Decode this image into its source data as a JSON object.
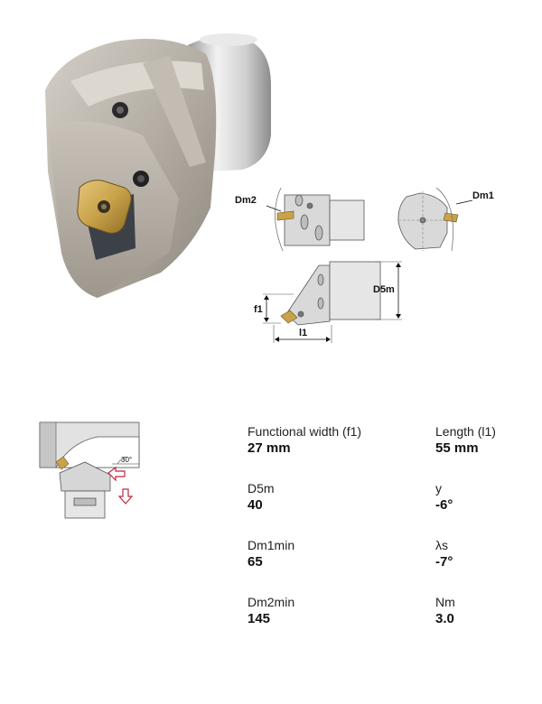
{
  "drawing_labels": {
    "dm2": "Dm2",
    "dm1": "Dm1",
    "d5m": "D5m",
    "f1": "f1",
    "l1": "l1"
  },
  "approach_diagram": {
    "angle": "30°"
  },
  "specs": [
    {
      "label": "Functional width (f1)",
      "value": "27 mm"
    },
    {
      "label": "Length (l1)",
      "value": "55 mm"
    },
    {
      "label": "D5m",
      "value": "40"
    },
    {
      "label": "y",
      "value": "-6°"
    },
    {
      "label": "Dm1min",
      "value": "65"
    },
    {
      "label": "λs",
      "value": "-7°"
    },
    {
      "label": "Dm2min",
      "value": "145"
    },
    {
      "label": "Nm",
      "value": "3.0"
    }
  ],
  "colors": {
    "body_metal": "#b9b4ad",
    "shank": "#d5d5d5",
    "insert_gold": "#c9a24a",
    "arrow_red": "#c0273f"
  }
}
